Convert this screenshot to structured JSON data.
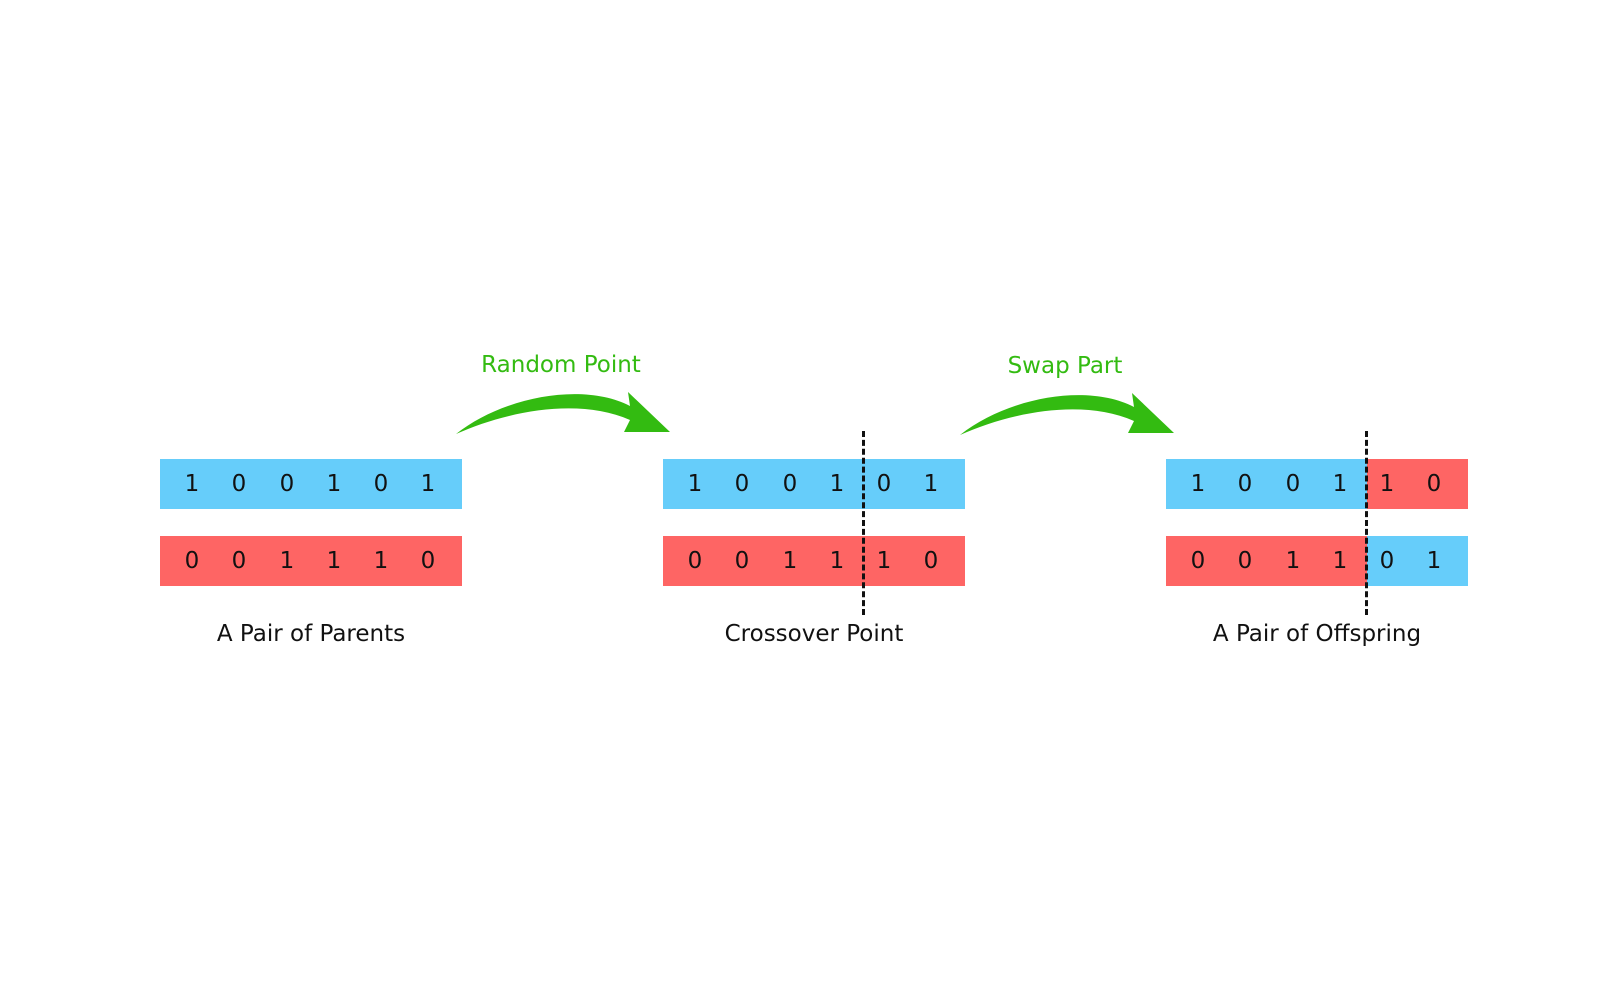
{
  "colors": {
    "blue": "#66cdfa",
    "red": "#fe6564",
    "arrow": "#33bb11"
  },
  "panels": [
    {
      "caption": "A Pair of Parents",
      "top": {
        "genes": [
          "1",
          "0",
          "0",
          "1",
          "0",
          "1"
        ],
        "colors": [
          "blue",
          "blue",
          "blue",
          "blue",
          "blue",
          "blue"
        ]
      },
      "bottom": {
        "genes": [
          "0",
          "0",
          "1",
          "1",
          "1",
          "0"
        ],
        "colors": [
          "red",
          "red",
          "red",
          "red",
          "red",
          "red"
        ]
      },
      "cut_after": null
    },
    {
      "caption": "Crossover Point",
      "top": {
        "genes": [
          "1",
          "0",
          "0",
          "1",
          "0",
          "1"
        ],
        "colors": [
          "blue",
          "blue",
          "blue",
          "blue",
          "blue",
          "blue"
        ]
      },
      "bottom": {
        "genes": [
          "0",
          "0",
          "1",
          "1",
          "1",
          "0"
        ],
        "colors": [
          "red",
          "red",
          "red",
          "red",
          "red",
          "red"
        ]
      },
      "cut_after": 4
    },
    {
      "caption": "A Pair of Offspring",
      "top": {
        "genes": [
          "1",
          "0",
          "0",
          "1",
          "1",
          "0"
        ],
        "colors": [
          "blue",
          "blue",
          "blue",
          "blue",
          "red",
          "red"
        ]
      },
      "bottom": {
        "genes": [
          "0",
          "0",
          "1",
          "1",
          "0",
          "1"
        ],
        "colors": [
          "red",
          "red",
          "red",
          "red",
          "blue",
          "blue"
        ]
      },
      "cut_after": 4
    }
  ],
  "arrows": [
    {
      "label": "Random Point",
      "icon": "curved-arrow-icon"
    },
    {
      "label": "Swap Part",
      "icon": "curved-arrow-icon"
    }
  ]
}
